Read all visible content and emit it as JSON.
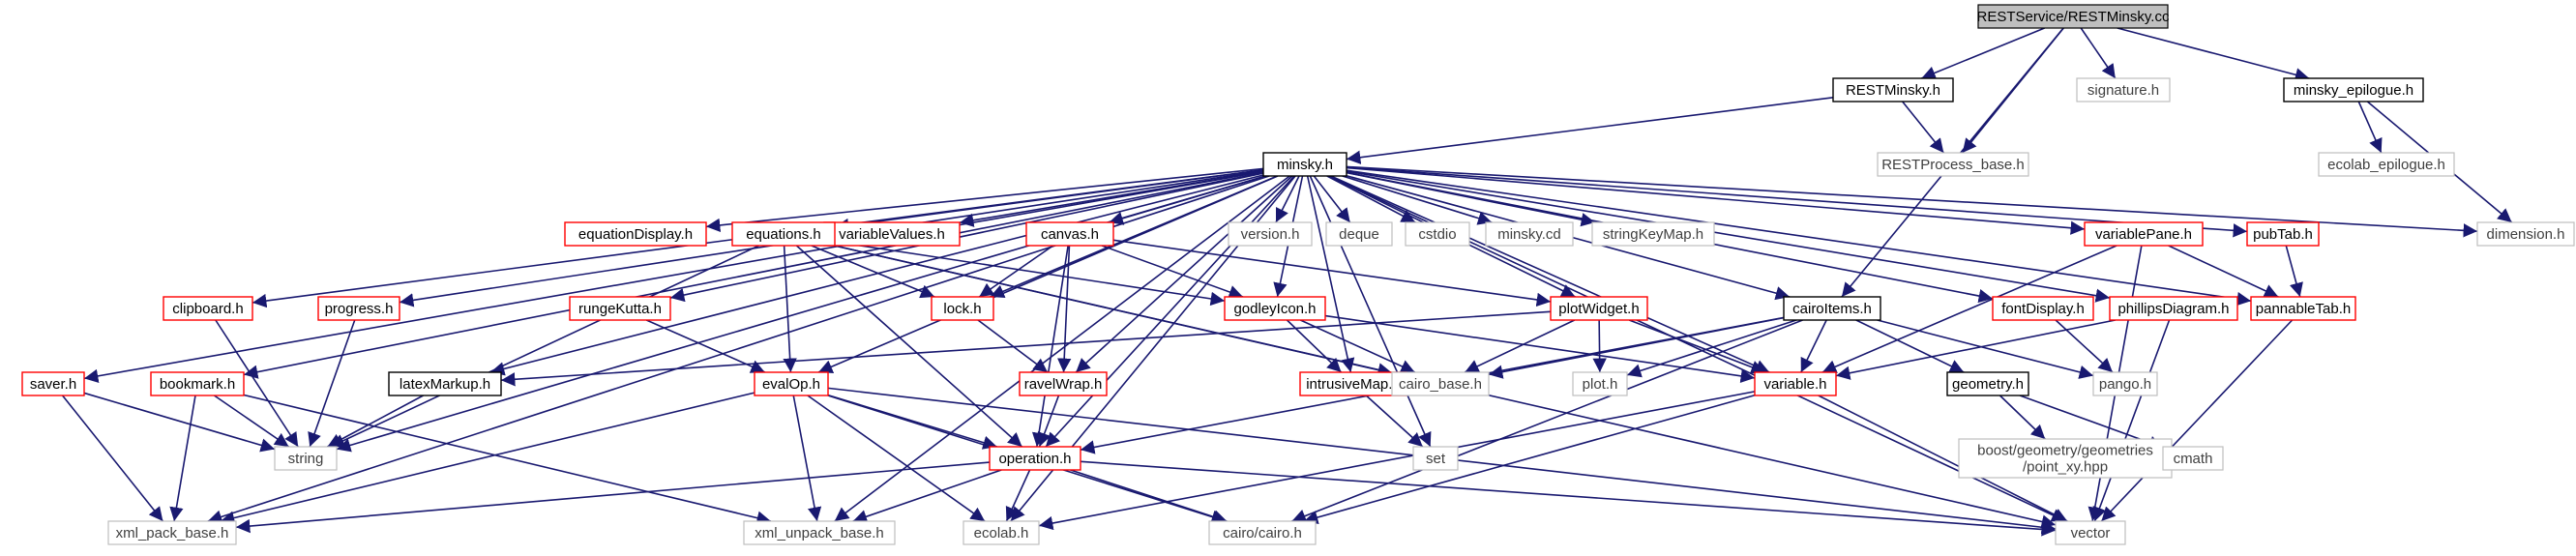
{
  "colors": {
    "edge": "#191970",
    "root_fill": "#bfbfbf",
    "root_border": "#000000",
    "documented_border": "#000000",
    "undocumented_border": "#bfbfbf",
    "truncated_border": "#ff0000",
    "text": "#000000",
    "text_muted": "#404040"
  },
  "nodes": [
    {
      "id": "rest_minsky_cc",
      "label": "RESTService/RESTMinsky.cc",
      "kind": "root"
    },
    {
      "id": "restminsky_h",
      "label": "RESTMinsky.h",
      "kind": "documented"
    },
    {
      "id": "signature_h",
      "label": "signature.h",
      "kind": "undocumented"
    },
    {
      "id": "minsky_epilogue_h",
      "label": "minsky_epilogue.h",
      "kind": "documented"
    },
    {
      "id": "minsky_h",
      "label": "minsky.h",
      "kind": "documented"
    },
    {
      "id": "restprocess_base_h",
      "label": "RESTProcess_base.h",
      "kind": "undocumented"
    },
    {
      "id": "ecolab_epilogue_h",
      "label": "ecolab_epilogue.h",
      "kind": "undocumented"
    },
    {
      "id": "equationdisplay_h",
      "label": "equationDisplay.h",
      "kind": "truncated"
    },
    {
      "id": "variablevalues_h",
      "label": "variableValues.h",
      "kind": "truncated"
    },
    {
      "id": "equations_h",
      "label": "equations.h",
      "kind": "truncated"
    },
    {
      "id": "canvas_h",
      "label": "canvas.h",
      "kind": "truncated"
    },
    {
      "id": "version_h",
      "label": "version.h",
      "kind": "undocumented"
    },
    {
      "id": "deque",
      "label": "deque",
      "kind": "undocumented"
    },
    {
      "id": "cstdio",
      "label": "cstdio",
      "kind": "undocumented"
    },
    {
      "id": "minsky_cd",
      "label": "minsky.cd",
      "kind": "undocumented"
    },
    {
      "id": "stringkeymap_h",
      "label": "stringKeyMap.h",
      "kind": "undocumented"
    },
    {
      "id": "variablepane_h",
      "label": "variablePane.h",
      "kind": "truncated"
    },
    {
      "id": "pubtab_h",
      "label": "pubTab.h",
      "kind": "truncated"
    },
    {
      "id": "dimension_h",
      "label": "dimension.h",
      "kind": "undocumented"
    },
    {
      "id": "clipboard_h",
      "label": "clipboard.h",
      "kind": "truncated"
    },
    {
      "id": "progress_h",
      "label": "progress.h",
      "kind": "truncated"
    },
    {
      "id": "rungekutta_h",
      "label": "rungeKutta.h",
      "kind": "truncated"
    },
    {
      "id": "lock_h",
      "label": "lock.h",
      "kind": "truncated"
    },
    {
      "id": "godleyicon_h",
      "label": "godleyIcon.h",
      "kind": "truncated"
    },
    {
      "id": "plotwidget_h",
      "label": "plotWidget.h",
      "kind": "truncated"
    },
    {
      "id": "cairoitems_h",
      "label": "cairoItems.h",
      "kind": "documented"
    },
    {
      "id": "fontdisplay_h",
      "label": "fontDisplay.h",
      "kind": "truncated"
    },
    {
      "id": "phillipsdiagram_h",
      "label": "phillipsDiagram.h",
      "kind": "truncated"
    },
    {
      "id": "pannabletab_h",
      "label": "pannableTab.h",
      "kind": "truncated"
    },
    {
      "id": "saver_h",
      "label": "saver.h",
      "kind": "truncated"
    },
    {
      "id": "bookmark_h",
      "label": "bookmark.h",
      "kind": "truncated"
    },
    {
      "id": "latexmarkup_h",
      "label": "latexMarkup.h",
      "kind": "documented"
    },
    {
      "id": "evalop_h",
      "label": "evalOp.h",
      "kind": "truncated"
    },
    {
      "id": "ravelwrap_h",
      "label": "ravelWrap.h",
      "kind": "truncated"
    },
    {
      "id": "intrusivemap_h",
      "label": "intrusiveMap.h",
      "kind": "truncated"
    },
    {
      "id": "cairo_base_h",
      "label": "cairo_base.h",
      "kind": "undocumented"
    },
    {
      "id": "plot_h",
      "label": "plot.h",
      "kind": "undocumented"
    },
    {
      "id": "variable_h",
      "label": "variable.h",
      "kind": "truncated"
    },
    {
      "id": "geometry_h",
      "label": "geometry.h",
      "kind": "documented"
    },
    {
      "id": "pango_h",
      "label": "pango.h",
      "kind": "undocumented"
    },
    {
      "id": "string",
      "label": "string",
      "kind": "undocumented"
    },
    {
      "id": "set",
      "label": "set",
      "kind": "undocumented"
    },
    {
      "id": "operation_h",
      "label": "operation.h",
      "kind": "truncated"
    },
    {
      "id": "boost_point_xy",
      "label": "boost/geometry/geometries\n/point_xy.hpp",
      "kind": "undocumented"
    },
    {
      "id": "cmath",
      "label": "cmath",
      "kind": "undocumented"
    },
    {
      "id": "xml_pack_base_h",
      "label": "xml_pack_base.h",
      "kind": "undocumented"
    },
    {
      "id": "xml_unpack_base_h",
      "label": "xml_unpack_base.h",
      "kind": "undocumented"
    },
    {
      "id": "ecolab_h",
      "label": "ecolab.h",
      "kind": "undocumented"
    },
    {
      "id": "cairo_cairo_h",
      "label": "cairo/cairo.h",
      "kind": "undocumented"
    },
    {
      "id": "vector",
      "label": "vector",
      "kind": "undocumented"
    }
  ],
  "edges": [
    [
      "rest_minsky_cc",
      "restminsky_h"
    ],
    [
      "rest_minsky_cc",
      "restprocess_base_h"
    ],
    [
      "rest_minsky_cc",
      "signature_h"
    ],
    [
      "rest_minsky_cc",
      "minsky_epilogue_h"
    ],
    [
      "rest_minsky_cc",
      "cairoitems_h"
    ],
    [
      "restminsky_h",
      "minsky_h"
    ],
    [
      "restminsky_h",
      "restprocess_base_h"
    ],
    [
      "minsky_epilogue_h",
      "ecolab_epilogue_h"
    ],
    [
      "minsky_epilogue_h",
      "dimension_h"
    ],
    [
      "minsky_h",
      "equationdisplay_h"
    ],
    [
      "minsky_h",
      "variablevalues_h"
    ],
    [
      "minsky_h",
      "equations_h"
    ],
    [
      "minsky_h",
      "canvas_h"
    ],
    [
      "minsky_h",
      "version_h"
    ],
    [
      "minsky_h",
      "deque"
    ],
    [
      "minsky_h",
      "cstdio"
    ],
    [
      "minsky_h",
      "minsky_cd"
    ],
    [
      "minsky_h",
      "stringkeymap_h"
    ],
    [
      "minsky_h",
      "variablepane_h"
    ],
    [
      "minsky_h",
      "pubtab_h"
    ],
    [
      "minsky_h",
      "dimension_h"
    ],
    [
      "minsky_h",
      "clipboard_h"
    ],
    [
      "minsky_h",
      "progress_h"
    ],
    [
      "minsky_h",
      "rungekutta_h"
    ],
    [
      "minsky_h",
      "lock_h"
    ],
    [
      "minsky_h",
      "godleyicon_h"
    ],
    [
      "minsky_h",
      "plotwidget_h"
    ],
    [
      "minsky_h",
      "cairoitems_h"
    ],
    [
      "minsky_h",
      "fontdisplay_h"
    ],
    [
      "minsky_h",
      "phillipsdiagram_h"
    ],
    [
      "minsky_h",
      "pannabletab_h"
    ],
    [
      "minsky_h",
      "saver_h"
    ],
    [
      "minsky_h",
      "bookmark_h"
    ],
    [
      "minsky_h",
      "latexmarkup_h"
    ],
    [
      "minsky_h",
      "evalop_h"
    ],
    [
      "minsky_h",
      "ravelwrap_h"
    ],
    [
      "minsky_h",
      "intrusivemap_h"
    ],
    [
      "minsky_h",
      "string"
    ],
    [
      "minsky_h",
      "set"
    ],
    [
      "minsky_h",
      "operation_h"
    ],
    [
      "minsky_h",
      "xml_pack_base_h"
    ],
    [
      "minsky_h",
      "xml_unpack_base_h"
    ],
    [
      "minsky_h",
      "ecolab_h"
    ],
    [
      "minsky_h",
      "vector"
    ],
    [
      "minsky_h",
      "variable_h"
    ],
    [
      "equations_h",
      "lock_h"
    ],
    [
      "equations_h",
      "godleyicon_h"
    ],
    [
      "equations_h",
      "evalop_h"
    ],
    [
      "equations_h",
      "operation_h"
    ],
    [
      "equations_h",
      "cairo_base_h"
    ],
    [
      "equations_h",
      "string"
    ],
    [
      "equations_h",
      "vector"
    ],
    [
      "canvas_h",
      "lock_h"
    ],
    [
      "canvas_h",
      "godleyicon_h"
    ],
    [
      "canvas_h",
      "plotwidget_h"
    ],
    [
      "canvas_h",
      "ravelwrap_h"
    ],
    [
      "canvas_h",
      "operation_h"
    ],
    [
      "clipboard_h",
      "string"
    ],
    [
      "progress_h",
      "string"
    ],
    [
      "rungekutta_h",
      "evalop_h"
    ],
    [
      "lock_h",
      "ravelwrap_h"
    ],
    [
      "godleyicon_h",
      "intrusivemap_h"
    ],
    [
      "godleyicon_h",
      "cairo_base_h"
    ],
    [
      "godleyicon_h",
      "variable_h"
    ],
    [
      "plotwidget_h",
      "latexmarkup_h"
    ],
    [
      "plotwidget_h",
      "cairo_base_h"
    ],
    [
      "plotwidget_h",
      "plot_h"
    ],
    [
      "plotwidget_h",
      "variable_h"
    ],
    [
      "cairoitems_h",
      "cairo_base_h"
    ],
    [
      "cairoitems_h",
      "plot_h"
    ],
    [
      "cairoitems_h",
      "variable_h"
    ],
    [
      "cairoitems_h",
      "geometry_h"
    ],
    [
      "cairoitems_h",
      "pango_h"
    ],
    [
      "cairoitems_h",
      "operation_h"
    ],
    [
      "cairoitems_h",
      "cairo_cairo_h"
    ],
    [
      "fontdisplay_h",
      "pango_h"
    ],
    [
      "phillipsdiagram_h",
      "variable_h"
    ],
    [
      "phillipsdiagram_h",
      "vector"
    ],
    [
      "variablepane_h",
      "pannabletab_h"
    ],
    [
      "variablepane_h",
      "variable_h"
    ],
    [
      "variablepane_h",
      "vector"
    ],
    [
      "pubtab_h",
      "pannabletab_h"
    ],
    [
      "pannabletab_h",
      "vector"
    ],
    [
      "saver_h",
      "string"
    ],
    [
      "saver_h",
      "xml_pack_base_h"
    ],
    [
      "bookmark_h",
      "string"
    ],
    [
      "bookmark_h",
      "xml_pack_base_h"
    ],
    [
      "bookmark_h",
      "xml_unpack_base_h"
    ],
    [
      "latexmarkup_h",
      "string"
    ],
    [
      "evalop_h",
      "operation_h"
    ],
    [
      "evalop_h",
      "xml_pack_base_h"
    ],
    [
      "evalop_h",
      "xml_unpack_base_h"
    ],
    [
      "evalop_h",
      "ecolab_h"
    ],
    [
      "evalop_h",
      "cairo_cairo_h"
    ],
    [
      "evalop_h",
      "vector"
    ],
    [
      "ravelwrap_h",
      "operation_h"
    ],
    [
      "intrusivemap_h",
      "set"
    ],
    [
      "variable_h",
      "ecolab_h"
    ],
    [
      "variable_h",
      "cairo_cairo_h"
    ],
    [
      "variable_h",
      "vector"
    ],
    [
      "geometry_h",
      "boost_point_xy"
    ],
    [
      "geometry_h",
      "cmath"
    ],
    [
      "operation_h",
      "xml_pack_base_h"
    ],
    [
      "operation_h",
      "xml_unpack_base_h"
    ],
    [
      "operation_h",
      "ecolab_h"
    ],
    [
      "operation_h",
      "cairo_cairo_h"
    ],
    [
      "operation_h",
      "vector"
    ]
  ]
}
